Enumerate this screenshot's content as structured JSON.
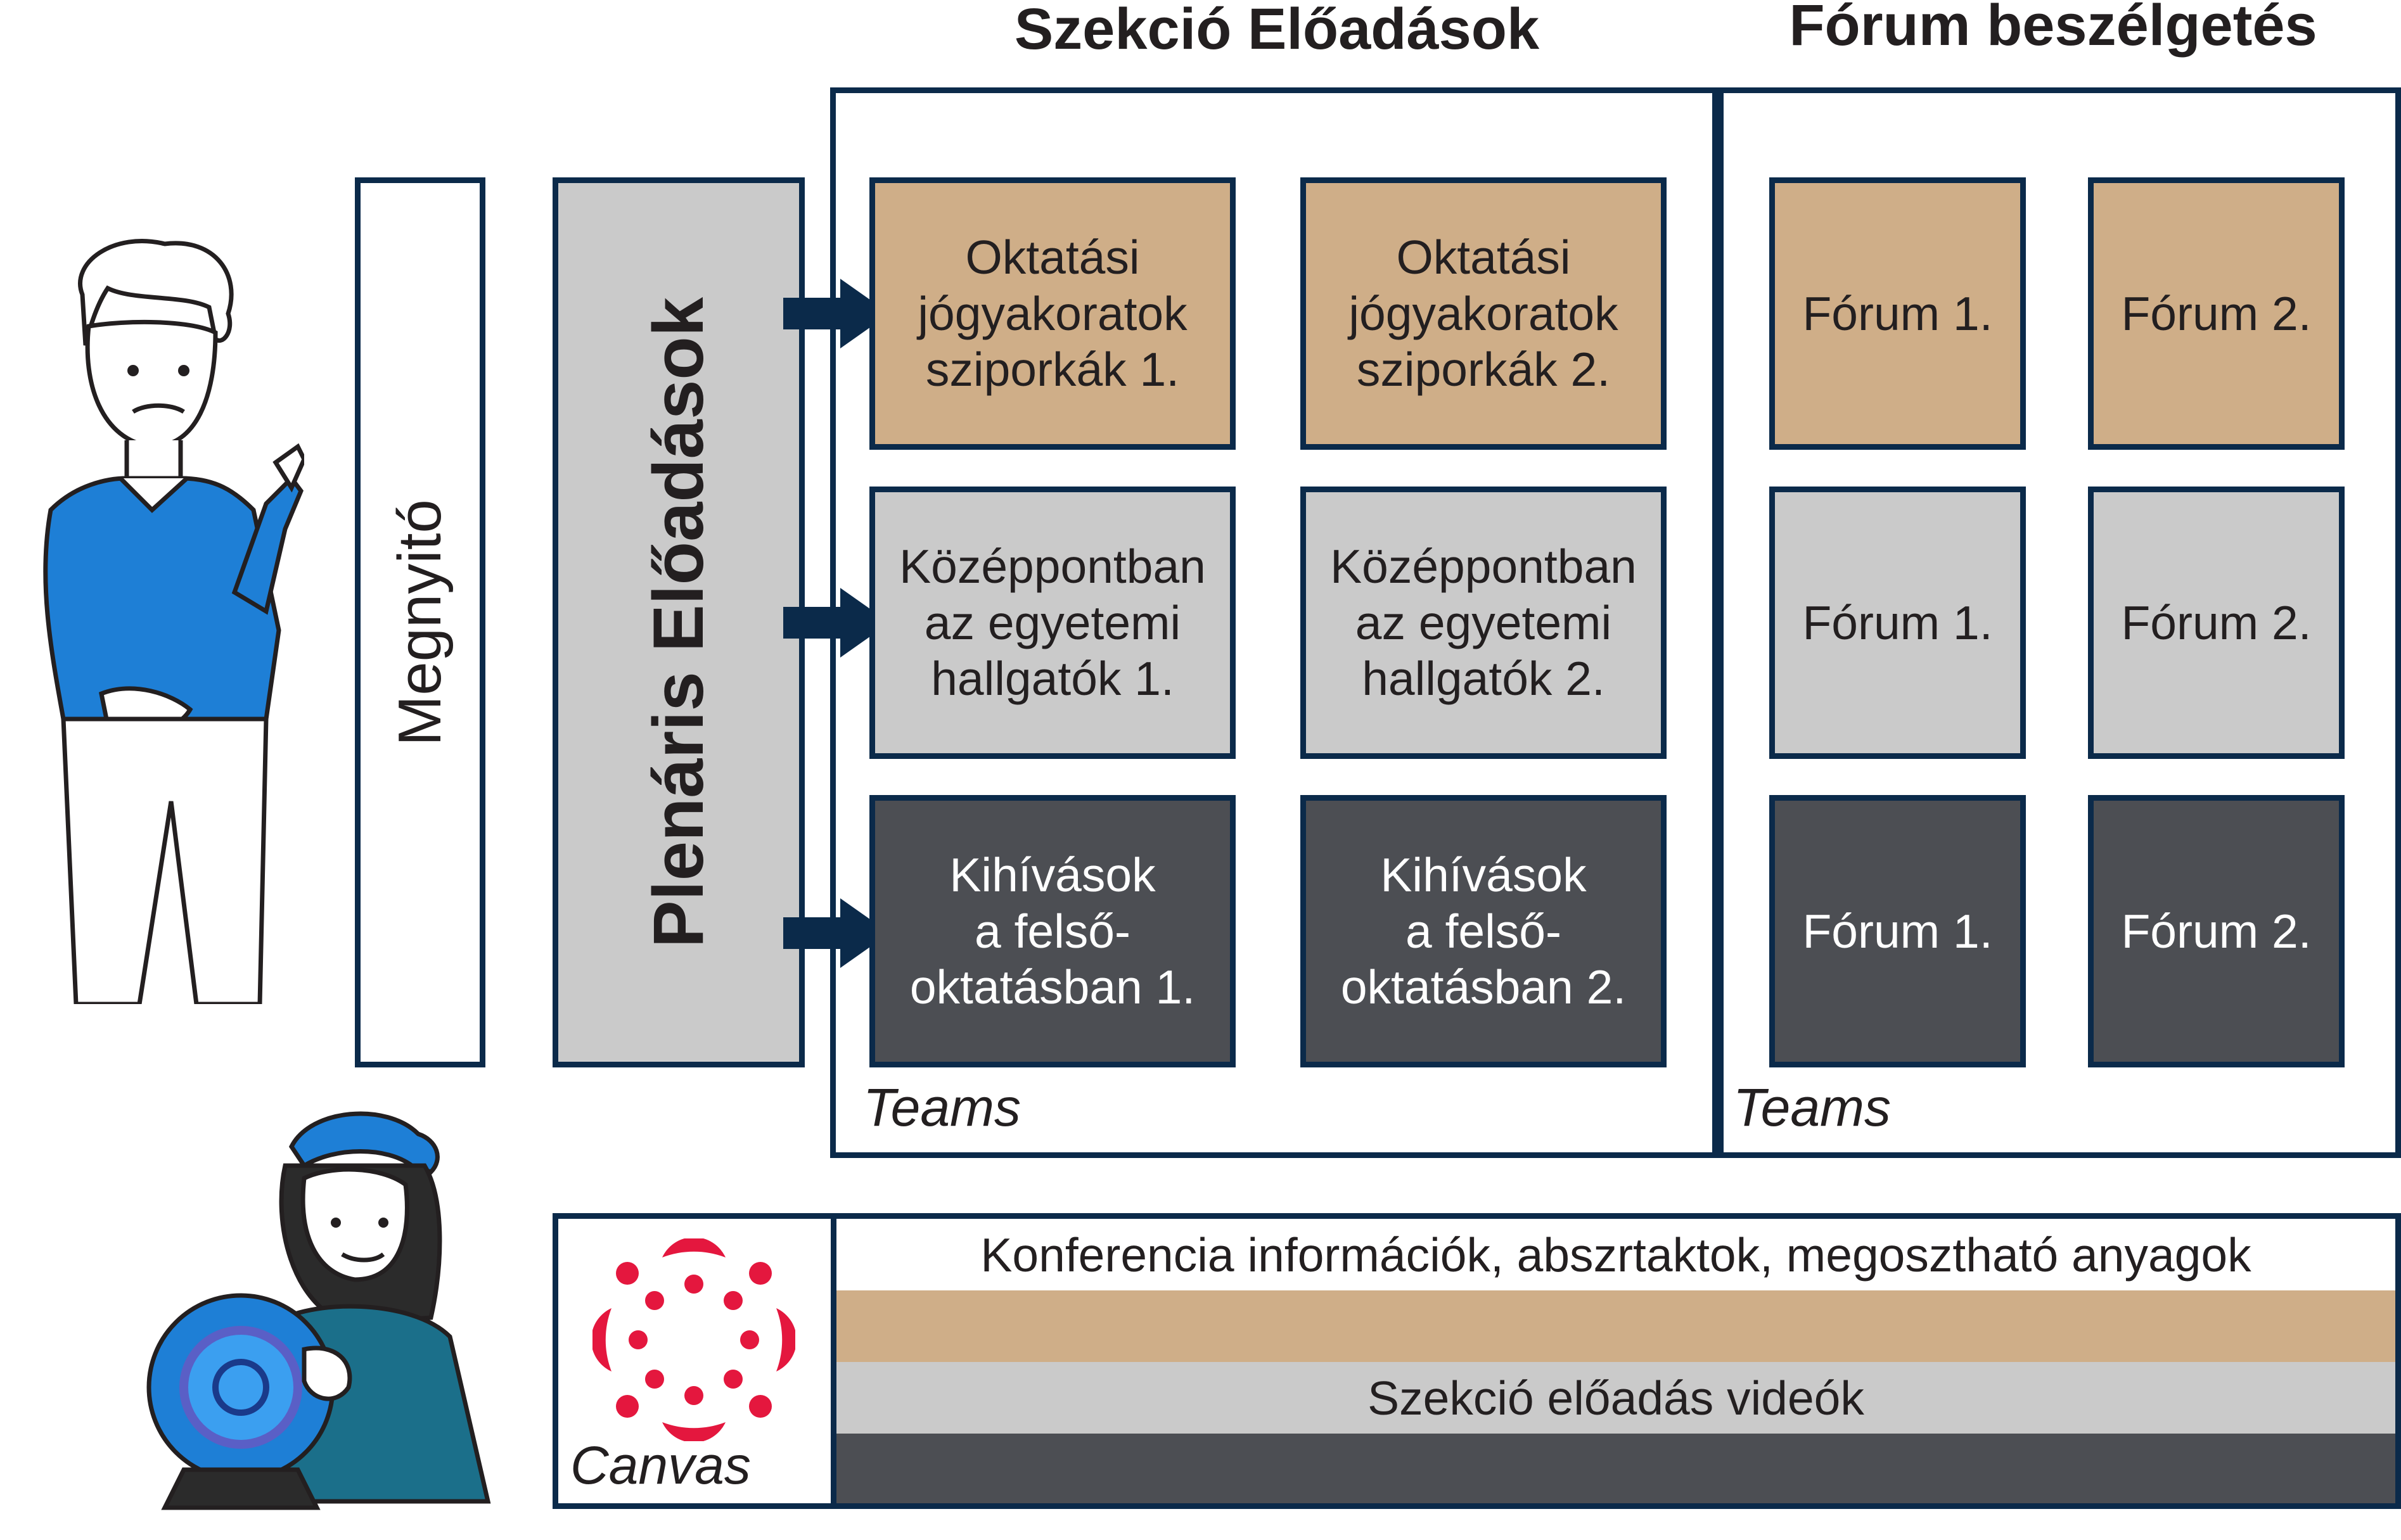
{
  "headings": {
    "sections": "Szekció Előadások",
    "forum": "Fórum beszélgetés"
  },
  "opening": "Megnyitó",
  "plenary": "Plenáris Előadások",
  "sessions": [
    {
      "row_color": "tan",
      "s1": "Oktatási\njógyakoratok\nsziporkák 1.",
      "s2": "Oktatási\njógyakoratok\nsziporkák 2.",
      "f1": "Fórum 1.",
      "f2": "Fórum 2."
    },
    {
      "row_color": "light-gray",
      "s1": "Középpontban\naz egyetemi\nhallgatók 1.",
      "s2": "Középpontban\naz egyetemi\nhallgatók 2.",
      "f1": "Fórum 1.",
      "f2": "Fórum 2."
    },
    {
      "row_color": "dark-gray",
      "s1": "Kihívások\na felső-\noktatásban 1.",
      "s2": "Kihívások\na felső-\noktatásban 2.",
      "f1": "Fórum 1.",
      "f2": "Fórum 2."
    }
  ],
  "platforms": {
    "teams_sections": "Teams",
    "teams_forum": "Teams",
    "canvas": "Canvas"
  },
  "canvas_rows": {
    "info": "Konferencia információk, abszrtaktok, megosztható anyagok",
    "tan_row": "",
    "videos": "Szekció előadás videók",
    "dark_row": ""
  },
  "colors": {
    "frame": "#0b2a4a",
    "tan": "#cfae88",
    "light_gray": "#cacaca",
    "dark_gray": "#4c4e53",
    "canvas_red": "#e4173e",
    "figure_blue": "#1e7fd6"
  },
  "icons": {
    "speaker": "man-pointing-illustration",
    "presenter": "woman-with-crystal-ball-illustration",
    "canvas_logo": "canvas-logo-icon",
    "arrow": "right-arrow-icon"
  }
}
